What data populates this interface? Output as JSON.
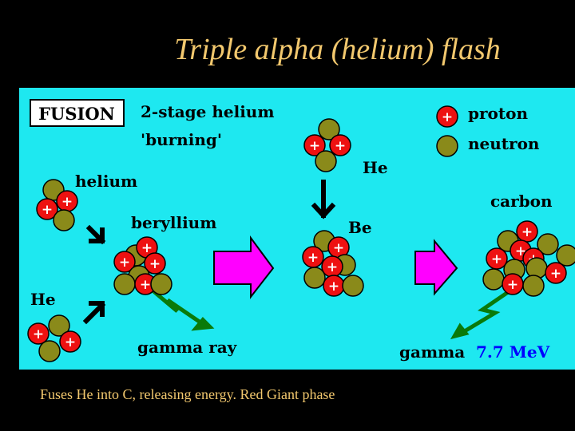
{
  "slide": {
    "title": "Triple alpha (helium) flash",
    "caption": "Fuses He into C, releasing energy. Red Giant phase"
  },
  "diagram": {
    "fusion_box": "FUSION",
    "heading_line1": "2-stage helium",
    "heading_line2": "'burning'",
    "legend": {
      "proton": "proton",
      "neutron": "neutron"
    },
    "labels": {
      "helium": "helium",
      "he_bottom": "He",
      "beryllium": "beryllium",
      "gamma_ray": "gamma ray",
      "he_top": "He",
      "be": "Be",
      "carbon": "carbon",
      "gamma": "gamma",
      "energy": "7.7 MeV"
    },
    "plus_sign": "+",
    "colors": {
      "background": "#1ee8f0",
      "proton": "#ee1111",
      "neutron": "#8a8a1a",
      "arrow_fill": "#ff00ff",
      "gamma": "#0a7a0a",
      "energy_text": "#0000ff",
      "title": "#f2c86e"
    }
  }
}
